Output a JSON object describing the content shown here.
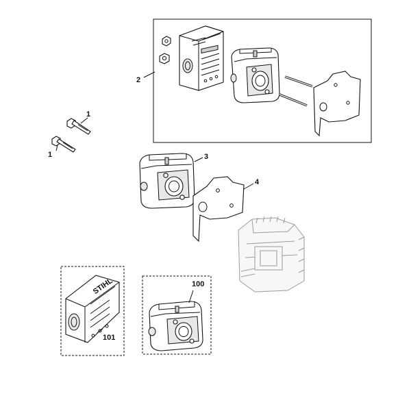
{
  "callouts": [
    {
      "id": "c1a",
      "label": "1"
    },
    {
      "id": "c1b",
      "label": "1"
    },
    {
      "id": "c2",
      "label": "2"
    },
    {
      "id": "c3",
      "label": "3"
    },
    {
      "id": "c4",
      "label": "4"
    },
    {
      "id": "c100",
      "label": "100"
    },
    {
      "id": "c101",
      "label": "101"
    }
  ],
  "heatshield_logo": "STIHL"
}
